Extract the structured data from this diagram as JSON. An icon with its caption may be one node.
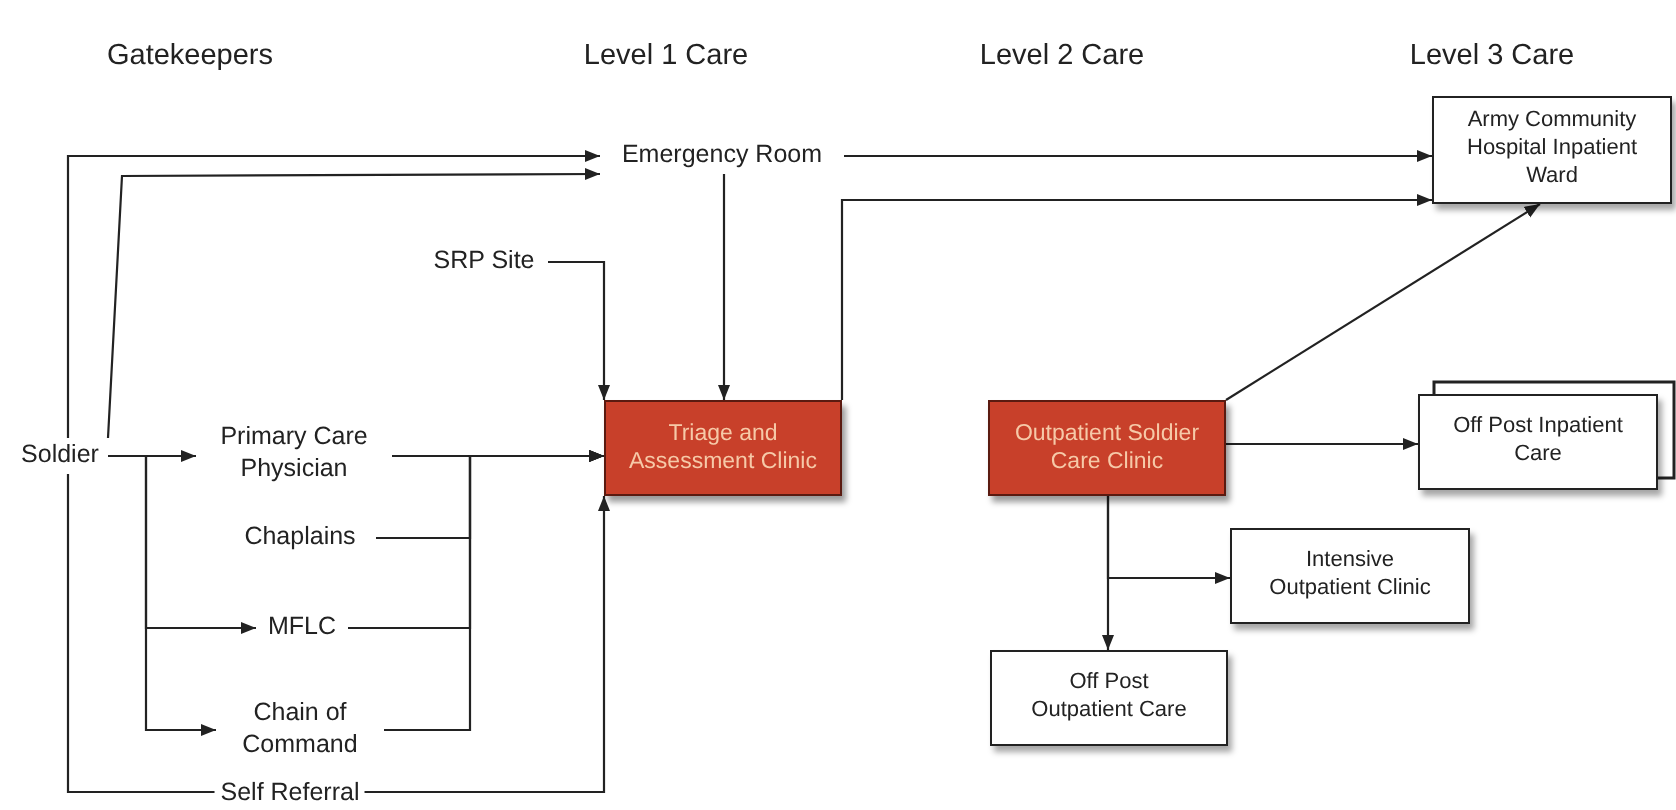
{
  "diagram": {
    "nodes": [
      {
        "text": [
          "Soldier"
        ]
      },
      {
        "text": [
          "Emergency Room"
        ]
      },
      {
        "text": [
          "SRP Site"
        ]
      },
      {
        "text": [
          "Primary Care Physician"
        ]
      },
      {
        "text": [
          "Chaplains"
        ]
      },
      {
        "text": [
          "MFLC"
        ]
      },
      {
        "text": [
          "Chain of Command"
        ]
      },
      {
        "text": [
          "Triage and Assessment Clinic"
        ]
      },
      {
        "text": [
          "Outpatient Soldier Care Clinic"
        ]
      },
      {
        "text": [
          "Army Community Hospital Inpatient Ward"
        ]
      },
      {
        "text": [
          "Off Post Inpatient Care"
        ]
      },
      {
        "text": [
          "Intensive Outpatient Clinic"
        ]
      },
      {
        "text": [
          "Off Post Outpatient Care"
        ]
      }
    ],
    "edges": [
      {
        "from": 0,
        "to": 1,
        "arrow": "to"
      },
      {
        "from": 0,
        "to": 1,
        "arrow": "to"
      },
      {
        "from": 0,
        "to": 3,
        "arrow": "to"
      },
      {
        "from": 0,
        "to": 5,
        "arrow": "to"
      },
      {
        "from": 0,
        "to": 6,
        "arrow": "to"
      },
      {
        "from": 0,
        "to": 7,
        "arrow": "to",
        "label": "Self Referral"
      },
      {
        "from": 3,
        "to": 7,
        "arrow": "to"
      },
      {
        "from": 4,
        "to": 7,
        "arrow": "to"
      },
      {
        "from": 5,
        "to": 7,
        "arrow": "to"
      },
      {
        "from": 6,
        "to": 7,
        "arrow": "to"
      },
      {
        "from": 2,
        "to": 7,
        "arrow": "to"
      },
      {
        "from": 1,
        "to": 7,
        "arrow": "to"
      },
      {
        "from": 1,
        "to": 9,
        "arrow": "to"
      },
      {
        "from": 7,
        "to": 9,
        "arrow": "to"
      },
      {
        "from": 8,
        "to": 9,
        "arrow": "to"
      },
      {
        "from": 8,
        "to": 10,
        "arrow": "to"
      },
      {
        "from": 8,
        "to": 11,
        "arrow": "to"
      },
      {
        "from": 8,
        "to": 12,
        "arrow": "to"
      }
    ],
    "labels": [
      "Gatekeepers",
      "Level 1 Care",
      "Level 2 Care",
      "Level 3 Care"
    ]
  }
}
